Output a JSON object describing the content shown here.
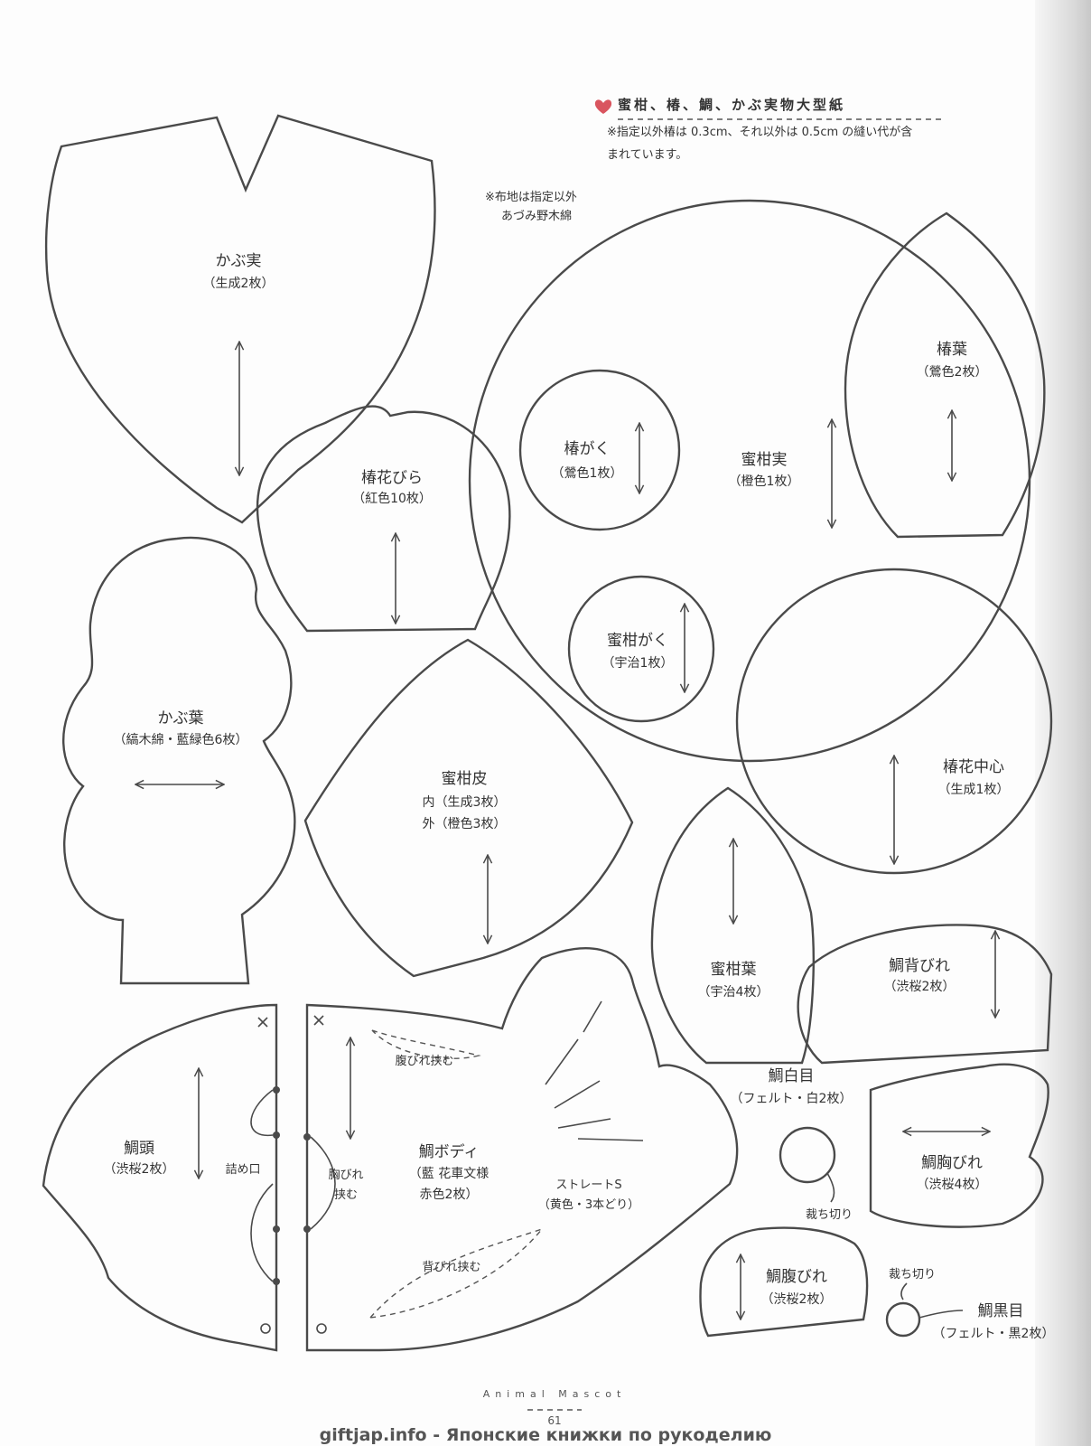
{
  "header": {
    "title": "蜜柑、椿、鯛、かぶ実物大型紙",
    "note_line1": "※指定以外椿は 0.3cm、それ以外は 0.5cm の縫い代が含",
    "note_line2": "まれています。"
  },
  "fabric_note": {
    "line1": "※布地は指定以外",
    "line2": "あづみ野木綿"
  },
  "pieces": {
    "kabu_mi": {
      "name": "かぶ実",
      "detail": "（生成2枚）"
    },
    "tsubaki_hanabira": {
      "name": "椿花びら",
      "detail": "（紅色10枚）"
    },
    "kabu_ha": {
      "name": "かぶ葉",
      "detail": "（縞木綿・藍緑色6枚）"
    },
    "mikan_kawa": {
      "name": "蜜柑皮",
      "detail1": "内（生成3枚）",
      "detail2": "外（橙色3枚）"
    },
    "tsubaki_gaku": {
      "name": "椿がく",
      "detail": "（鶯色1枚）"
    },
    "mikan_mi": {
      "name": "蜜柑実",
      "detail": "（橙色1枚）"
    },
    "tsubaki_ha": {
      "name": "椿葉",
      "detail": "（鶯色2枚）"
    },
    "mikan_gaku": {
      "name": "蜜柑がく",
      "detail": "（宇治1枚）"
    },
    "tsubaki_chushin": {
      "name": "椿花中心",
      "detail": "（生成1枚）"
    },
    "mikan_ha": {
      "name": "蜜柑葉",
      "detail": "（宇治4枚）"
    },
    "tai_sebire": {
      "name": "鯛背びれ",
      "detail": "（渋桜2枚）"
    },
    "tai_atama": {
      "name": "鯛頭",
      "detail": "（渋桜2枚）",
      "opening": "詰め口"
    },
    "tai_body": {
      "name": "鯛ボディ",
      "detail1": "（藍 花車文様",
      "detail2": "赤色2枚）",
      "belly_fin": "腹びれ挟む",
      "chest_fin1": "胸びれ",
      "chest_fin2": "挟む",
      "back_fin": "背びれ挟む",
      "stitch1": "ストレートS",
      "stitch2": "（黄色・3本どり）"
    },
    "tai_shirome": {
      "name": "鯛白目",
      "detail": "（フェルト・白2枚）",
      "cut": "裁ち切り"
    },
    "tai_munabire": {
      "name": "鯛胸びれ",
      "detail": "（渋桜4枚）"
    },
    "tai_harabire": {
      "name": "鯛腹びれ",
      "detail": "（渋桜2枚）"
    },
    "tai_kurome": {
      "name": "鯛黒目",
      "detail": "（フェルト・黒2枚）",
      "cut": "裁ち切り"
    }
  },
  "footer": {
    "brand": "Animal Mascot",
    "page_number": "61",
    "watermark": "giftjap.info - Японские книжки по рукоделию"
  }
}
